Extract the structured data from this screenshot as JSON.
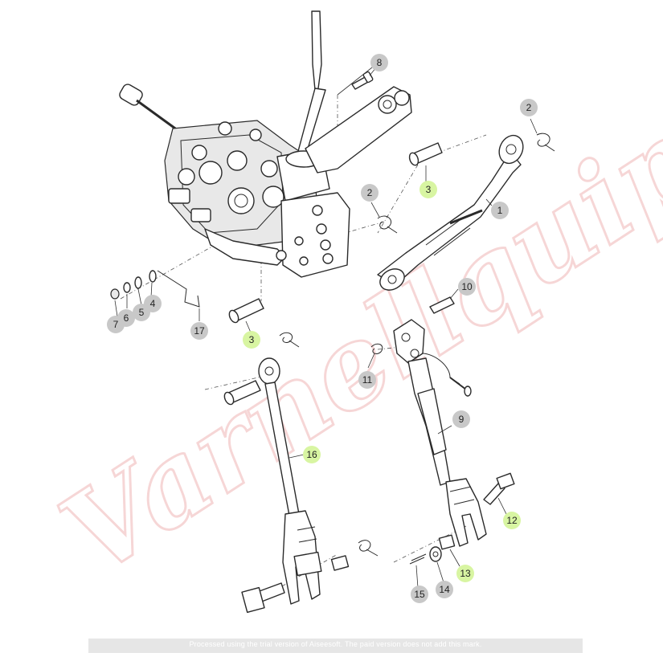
{
  "watermark": {
    "text": "Varnellquipment",
    "color": "#f3c9c9"
  },
  "footer": {
    "text": "Processed using the trial version of Aiseesoft. The paid version does not add this mark."
  },
  "highlight_color": "#d8f5a2",
  "neutral_color": "#c8c8c8",
  "callouts": [
    {
      "id": "c8",
      "label": "8",
      "highlighted": false
    },
    {
      "id": "c2a",
      "label": "2",
      "highlighted": false
    },
    {
      "id": "c3a",
      "label": "3",
      "highlighted": true
    },
    {
      "id": "c2b",
      "label": "2",
      "highlighted": false
    },
    {
      "id": "c1",
      "label": "1",
      "highlighted": false
    },
    {
      "id": "c10",
      "label": "10",
      "highlighted": false
    },
    {
      "id": "c4",
      "label": "4",
      "highlighted": false
    },
    {
      "id": "c5",
      "label": "5",
      "highlighted": false
    },
    {
      "id": "c6",
      "label": "6",
      "highlighted": false
    },
    {
      "id": "c7",
      "label": "7",
      "highlighted": false
    },
    {
      "id": "c17",
      "label": "17",
      "highlighted": false
    },
    {
      "id": "c3b",
      "label": "3",
      "highlighted": true
    },
    {
      "id": "c11",
      "label": "11",
      "highlighted": false
    },
    {
      "id": "c9",
      "label": "9",
      "highlighted": false
    },
    {
      "id": "c16",
      "label": "16",
      "highlighted": true
    },
    {
      "id": "c12",
      "label": "12",
      "highlighted": true
    },
    {
      "id": "c13",
      "label": "13",
      "highlighted": true
    },
    {
      "id": "c14",
      "label": "14",
      "highlighted": false
    },
    {
      "id": "c15",
      "label": "15",
      "highlighted": false
    }
  ]
}
